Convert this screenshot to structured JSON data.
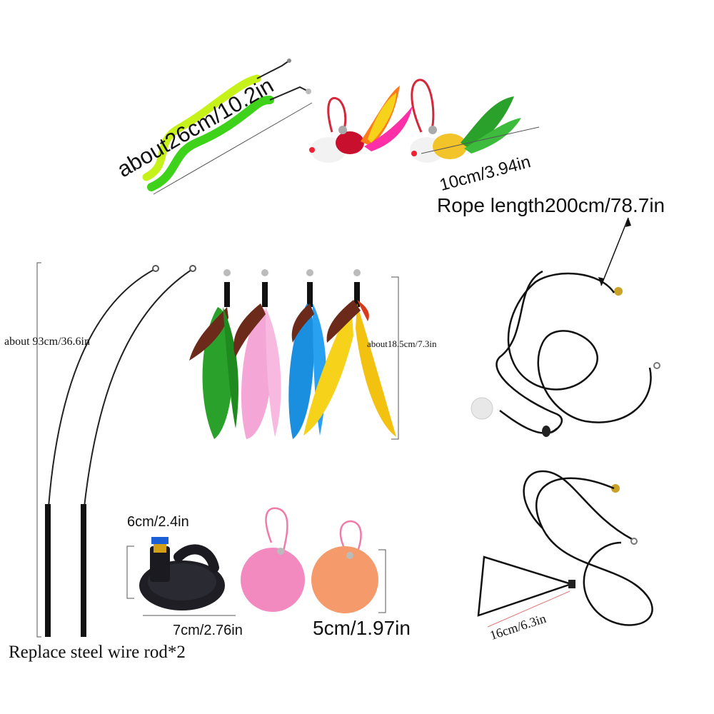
{
  "labels": {
    "worm_size": "about26cm/10.2in",
    "mouse_size": "10cm/3.94in",
    "rope_length": "Rope length200cm/78.7in",
    "rod_length": "about 93cm/36.6in",
    "feather_size": "about18.5cm/7.3in",
    "suction_height": "6cm/2.4in",
    "suction_width": "7cm/2.76in",
    "ball_size": "5cm/1.97in",
    "frame_size": "16cm/6.3in",
    "rod_caption": "Replace steel wire rod*2"
  },
  "colors": {
    "worm_light": "#c6f21a",
    "worm_dark": "#3fd21a",
    "feather_green": "#2aa12a",
    "feather_pink": "#f4a6d6",
    "feather_blue": "#1a8fe0",
    "feather_yellow": "#f7d21a",
    "feather_brown": "#6b2a1a",
    "ball_pink": "#f28ac0",
    "ball_orange": "#f59a6a",
    "mouse_red": "#c8102e",
    "mouse_yellow": "#f2c42a",
    "feather_magenta": "#ff2fa8",
    "rope": "#111111",
    "string_red": "#d6263a",
    "string_pink": "#f07aa8"
  }
}
